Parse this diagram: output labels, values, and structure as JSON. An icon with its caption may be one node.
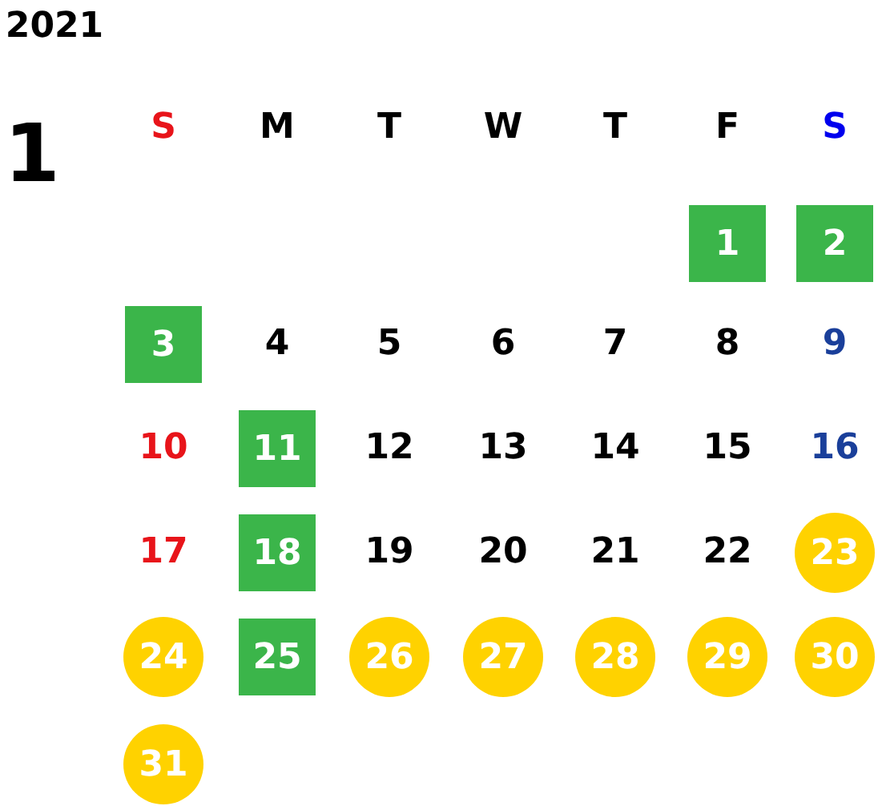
{
  "diagram": {
    "title": "2021",
    "nodes": [
      {
        "text": [
          "1"
        ]
      },
      {
        "text": [
          "2"
        ]
      },
      {
        "text": [
          "3"
        ]
      },
      {
        "text": [
          "11"
        ]
      },
      {
        "text": [
          "18"
        ]
      },
      {
        "text": [
          "23"
        ]
      },
      {
        "text": [
          "24"
        ]
      },
      {
        "text": [
          "25"
        ]
      },
      {
        "text": [
          "26"
        ]
      },
      {
        "text": [
          "27"
        ]
      },
      {
        "text": [
          "28"
        ]
      },
      {
        "text": [
          "29"
        ]
      },
      {
        "text": [
          "30"
        ]
      },
      {
        "text": [
          "31"
        ]
      }
    ],
    "labels": [
      "1",
      "S",
      "M",
      "T",
      "W",
      "T",
      "F",
      "S",
      "4",
      "5",
      "6",
      "7",
      "8",
      "9",
      "10",
      "12",
      "13",
      "14",
      "15",
      "16",
      "17",
      "19",
      "20",
      "21",
      "22"
    ]
  }
}
